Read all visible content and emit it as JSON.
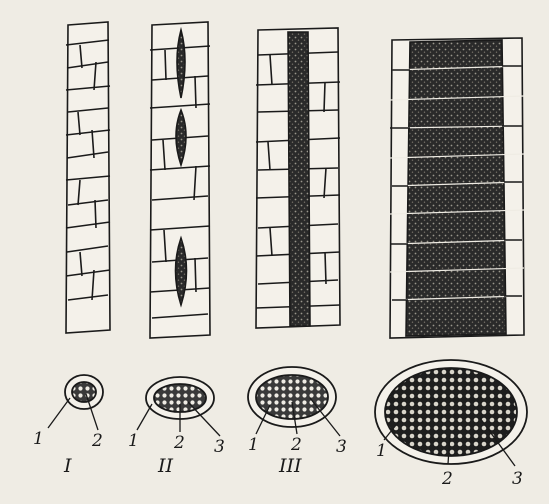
{
  "figure": {
    "background": "#efece4",
    "ink": "#1a1a1a",
    "callouts": [
      "1",
      "2",
      "3"
    ],
    "roman_numerals": [
      "I",
      "II",
      "III"
    ]
  },
  "panels": [
    {
      "numeral": "I",
      "callouts": [
        "1",
        "2"
      ]
    },
    {
      "numeral": "II",
      "callouts": [
        "1",
        "2",
        "3"
      ]
    },
    {
      "numeral": "III",
      "callouts": [
        "1",
        "2",
        "3"
      ]
    },
    {
      "numeral": "",
      "callouts": [
        "1",
        "2",
        "3"
      ]
    }
  ]
}
